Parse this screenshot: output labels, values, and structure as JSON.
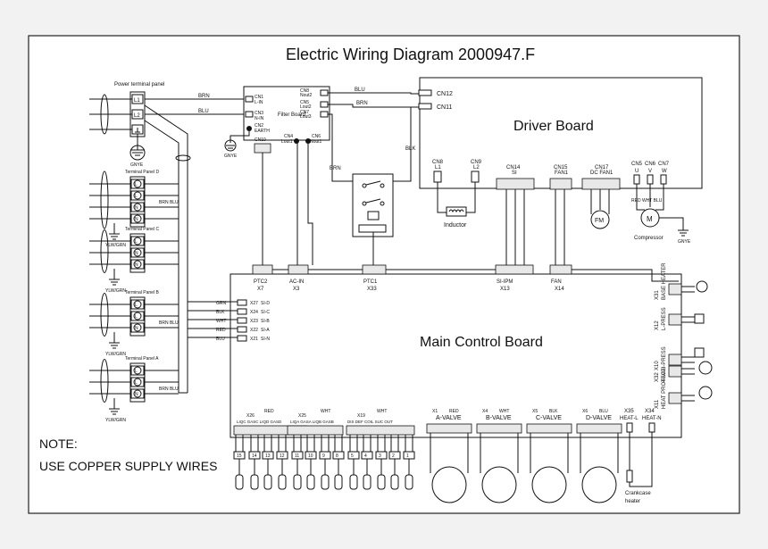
{
  "title": "Electric Wiring Diagram   2000947.F",
  "driver_board": {
    "label": "Driver Board",
    "connectors": {
      "cn12": "CN12",
      "cn11": "CN11",
      "cn8": "CN8",
      "cn8_pin": "L1",
      "cn9": "CN9",
      "cn9_pin": "L2",
      "cn14": "CN14",
      "cn14_sub": "SI",
      "cn15": "CN15",
      "cn15_sub": "FAN1",
      "cn17": "CN17",
      "cn17_sub": "DC FAN1",
      "cn5": "CN5",
      "cn6": "CN6",
      "cn7": "CN7",
      "u": "U",
      "v": "V",
      "w": "W"
    },
    "inductor": "Inductor",
    "fan_motor": "FM",
    "compressor_symbol": "M",
    "compressor": "Compressor",
    "compressor_wires": "RED WHT BLU",
    "gnye": "GNYE"
  },
  "wire_colors": {
    "blu": "BLU",
    "brn": "BRN",
    "blk": "BLK"
  },
  "power_panel": {
    "label": "Power terminal panel",
    "l1": "L1",
    "l2": "L2",
    "gnye": "GNYE"
  },
  "filter_board": {
    "label": "Filter Board",
    "cn1": "CN1",
    "cn1_pin": "L-IN",
    "cn3": "CN3",
    "cn3_pin": "N-IN",
    "cn2": "CN2",
    "cn2_pin": "EARTH",
    "cn8": "CN8",
    "cn8_pin": "Nout2",
    "cn5": "CN5",
    "cn5_pin": "Lout2",
    "cn7": "CN7",
    "cn7_pin": "Lout3",
    "cn4": "CN4",
    "cn4_pin": "Lout1",
    "cn6": "CN6",
    "cn6_pin": "Nout1",
    "cn10": "CN10",
    "gnye": "GNYE"
  },
  "terminal_panels": [
    {
      "label": "Terminal Panel D",
      "pins": [
        "L",
        "L",
        "N",
        "N"
      ],
      "gnd_label": "YLW/GRN",
      "wires": "BRN BLU"
    },
    {
      "label": "Terminal Panel C",
      "pins": [
        "L",
        "N",
        "N"
      ],
      "gnd_label": "YLW/GRN",
      "wires": ""
    },
    {
      "label": "Terminal Panel B",
      "pins": [
        "L",
        "L",
        "N"
      ],
      "gnd_label": "YLW/GRN",
      "wires": "BRN BLU"
    },
    {
      "label": "Terminal Panel A",
      "pins": [
        "L",
        "L",
        "N"
      ],
      "gnd_label": "YLW/GRN",
      "wires": "BRN BLU"
    }
  ],
  "main_board": {
    "label": "Main Control Board",
    "top_connectors": [
      {
        "name": "PTC2",
        "code": "X7"
      },
      {
        "name": "AC-IN",
        "code": "X3"
      },
      {
        "name": "PTC1",
        "code": "X33"
      },
      {
        "name": "SI-IPM",
        "code": "X13"
      },
      {
        "name": "FAN",
        "code": "X14"
      }
    ],
    "si_connectors": [
      {
        "wire": "GRN",
        "code": "X27",
        "name": "SI-D"
      },
      {
        "wire": "BLK",
        "code": "X24",
        "name": "SI-C"
      },
      {
        "wire": "WHT",
        "code": "X23",
        "name": "SI-B"
      },
      {
        "wire": "RED",
        "code": "X22",
        "name": "SI-A"
      },
      {
        "wire": "BLU",
        "code": "X21",
        "name": "SI-N"
      }
    ],
    "right_connectors": [
      {
        "code": "X31",
        "name": "BASE HEATER"
      },
      {
        "code": "X12",
        "name": "L-PRESS"
      },
      {
        "code": "X10",
        "name": "H-PRESS"
      },
      {
        "code": "X32",
        "name": "4-VAL"
      },
      {
        "code": "X11",
        "name": "HEAT PROTECT"
      }
    ],
    "bottom_groups": {
      "x26_left": "X26",
      "x26_left_labels": "LIQC GASC LIQD GASD",
      "red": "RED",
      "x25": "X25",
      "x25_labels": "LIQA GASA LIQB GASB",
      "wht": "WHT",
      "x19": "X19",
      "x19_labels": "DIS DEF COIL SUC OUT",
      "wht2": "WHT"
    },
    "numbered_terminals": [
      "15",
      "14",
      "13",
      "12",
      "11",
      "10",
      "9",
      "8",
      "5",
      "4",
      "3",
      "2",
      "1"
    ],
    "valves": [
      {
        "code": "X1",
        "wire": "RED",
        "name": "A-VALVE"
      },
      {
        "code": "X4",
        "wire": "WHT",
        "name": "B-VALVE"
      },
      {
        "code": "X5",
        "wire": "BLK",
        "name": "C-VALVE"
      },
      {
        "code": "X6",
        "wire": "BLU",
        "name": "D-VALVE"
      }
    ],
    "heat_l": {
      "code": "X35",
      "name": "HEAT-L"
    },
    "heat_n": {
      "code": "X34",
      "name": "HEAT-N"
    },
    "crankcase": [
      "Crankcase",
      "heater"
    ]
  },
  "note": {
    "label": "NOTE:",
    "text": "USE COPPER SUPPLY WIRES"
  }
}
